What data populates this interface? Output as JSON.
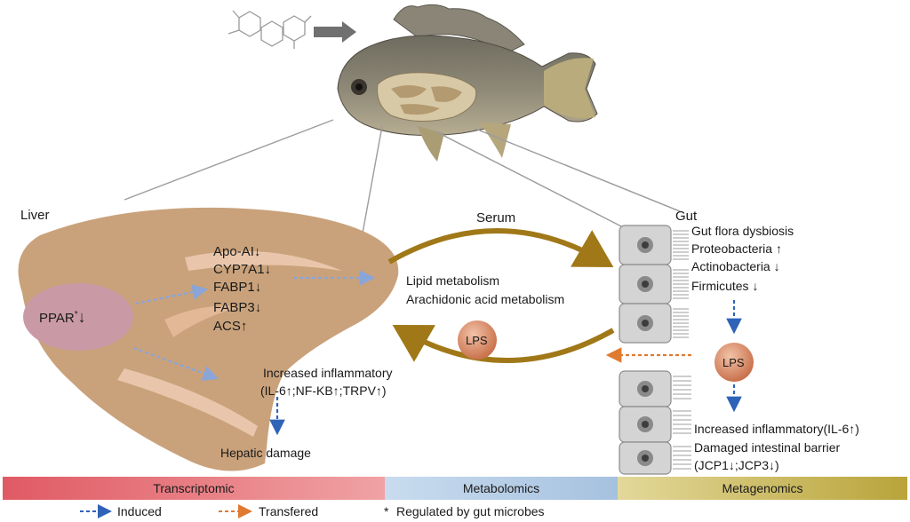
{
  "labels": {
    "liver": "Liver",
    "serum": "Serum",
    "gut": "Gut",
    "ppar": "PPAR",
    "ppar_star": "*",
    "ppar_arrow": "↓",
    "liver_genes": [
      "Apo-AI↓",
      "CYP7A1↓",
      "FABP1↓",
      "FABP3↓",
      "ACS↑"
    ],
    "serum_metabolism": [
      "Lipid metabolism",
      "Arachidonic acid metabolism"
    ],
    "lps": "LPS",
    "liver_inflammation": "Increased inflammatory",
    "liver_inflammation_markers": "(IL-6↑;NF-KB↑;TRPV↑)",
    "hepatic_damage": "Hepatic damage",
    "gut_flora": [
      "Gut flora dysbiosis",
      "Proteobacteria ↑",
      "Actinobacteria ↓",
      "Firmicutes ↓"
    ],
    "gut_inflammation": "Increased inflammatory(IL-6↑)",
    "gut_barrier": [
      "Damaged intestinal barrier",
      "(JCP1↓;JCP3↓)"
    ]
  },
  "bars": {
    "transcriptomic": "Transcriptomic",
    "metabolomics": "Metabolomics",
    "metagenomics": "Metagenomics"
  },
  "legend": {
    "induced": "Induced",
    "transfered": "Transfered",
    "star_symbol": "*",
    "regulated": "Regulated by gut microbes"
  },
  "colors": {
    "liver": "#c9a27b",
    "ppar_oval": "#c99aa6",
    "serum_arrows": "#a07818",
    "lps_ball": "#d49070",
    "induced_arrow": "#2f63b8",
    "transfer_arrow": "#e07a30",
    "bar_transcriptomic": "#e8747a",
    "bar_metabolomics": "#b5cde6",
    "bar_metagenomics": "#c9b752"
  }
}
